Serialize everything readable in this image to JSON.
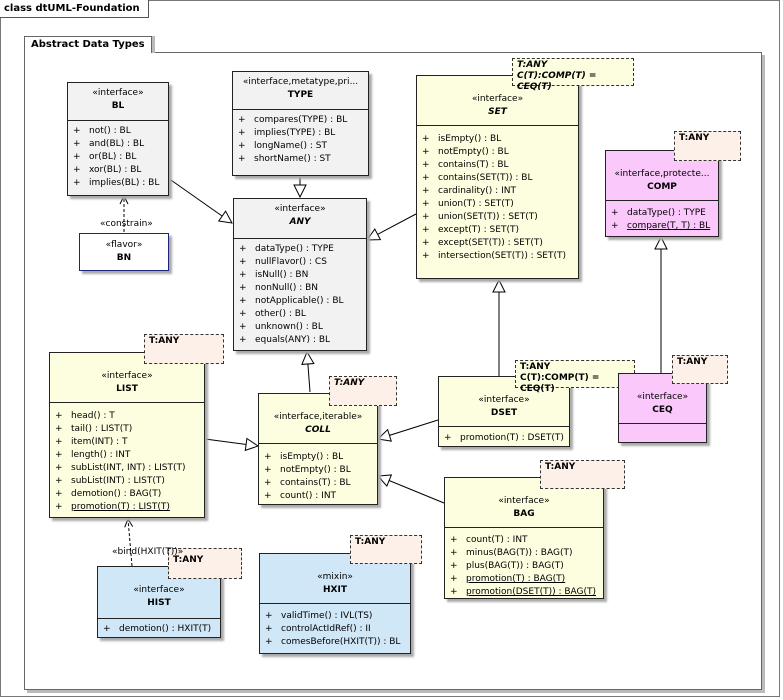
{
  "frame": {
    "title": "class dtUML-Foundation"
  },
  "package": {
    "title": "Abstract Data Types"
  },
  "classes": {
    "bl": {
      "stereotype": "«interface»",
      "name": "BL",
      "ops": [
        "not() : BL",
        "and(BL) : BL",
        "or(BL) : BL",
        "xor(BL) : BL",
        "implies(BL) : BL"
      ]
    },
    "type": {
      "stereotype": "«interface,metatype,pri...",
      "name": "TYPE",
      "ops": [
        "compares(TYPE) : BL",
        "implies(TYPE) : BL",
        "longName() : ST",
        "shortName() : ST"
      ]
    },
    "set": {
      "stereotype": "«interface»",
      "name": "SET",
      "ops": [
        "isEmpty() : BL",
        "notEmpty() : BL",
        "contains(T) : BL",
        "contains(SET(T)) : BL",
        "cardinality() : INT",
        "union(T) : SET(T)",
        "union(SET(T)) : SET(T)",
        "except(T) : SET(T)",
        "except(SET(T)) : SET(T)",
        "intersection(SET(T)) : SET(T)"
      ]
    },
    "comp": {
      "stereotype": "«interface,protecte...",
      "name": "COMP",
      "ops": [
        "dataType() : TYPE",
        "compare(T, T) : BL"
      ]
    },
    "bn": {
      "stereotype": "«flavor»",
      "name": "BN"
    },
    "any": {
      "stereotype": "«interface»",
      "name": "ANY",
      "ops": [
        "dataType() : TYPE",
        "nullFlavor() : CS",
        "isNull() : BN",
        "nonNull() : BN",
        "notApplicable() : BL",
        "other() : BL",
        "unknown() : BL",
        "equals(ANY) : BL"
      ]
    },
    "list": {
      "stereotype": "«interface»",
      "name": "LIST",
      "ops": [
        "head() : T",
        "tail() : LIST(T)",
        "item(INT) : T",
        "length() : INT",
        "subList(INT, INT) : LIST(T)",
        "subList(INT) : LIST(T)",
        "demotion() : BAG(T)",
        "promotion(T) : LIST(T)"
      ]
    },
    "coll": {
      "stereotype": "«interface,iterable»",
      "name": "COLL",
      "ops": [
        "isEmpty() : BL",
        "notEmpty() : BL",
        "contains(T) : BL",
        "count() : INT"
      ]
    },
    "dset": {
      "stereotype": "«interface»",
      "name": "DSET",
      "ops": [
        "promotion(T) : DSET(T)"
      ]
    },
    "ceq": {
      "stereotype": "«interface»",
      "name": "CEQ"
    },
    "bag": {
      "stereotype": "«interface»",
      "name": "BAG",
      "ops": [
        "count(T) : INT",
        "minus(BAG(T)) : BAG(T)",
        "plus(BAG(T)) : BAG(T)",
        "promotion(T) : BAG(T)",
        "promotion(DSET(T)) : BAG(T)"
      ]
    },
    "hist": {
      "stereotype": "«interface»",
      "name": "HIST",
      "ops": [
        "demotion() : HXIT(T)"
      ]
    },
    "hxit": {
      "stereotype": "«mixin»",
      "name": "HXIT",
      "ops": [
        "validTime() : IVL(TS)",
        "controlActIdRef() : II",
        "comesBefore(HXIT(T)) : BL"
      ]
    }
  },
  "visibility": "+",
  "templates": {
    "set_l1": "T:ANY",
    "set_l2": "C(T):COMP(T) = CEQ(T)",
    "comp": "T:ANY",
    "list": "T:ANY",
    "coll": "T:ANY",
    "dset_l1": "T:ANY",
    "dset_l2": "C(T):COMP(T) = CEQ(T)",
    "ceq": "T:ANY",
    "bag": "T:ANY",
    "hist": "T:ANY",
    "hxit": "T:ANY"
  },
  "labels": {
    "constrain": "«constrain»",
    "bind": "«bind(HXIT(T))»"
  },
  "colors": {
    "interface_yellow": "#fdfde0",
    "root_gray": "#f2f2f2",
    "comp_pink": "#fbc8fb",
    "mixin_blue": "#cfe7f7",
    "flavor_border": "#1a237e"
  }
}
